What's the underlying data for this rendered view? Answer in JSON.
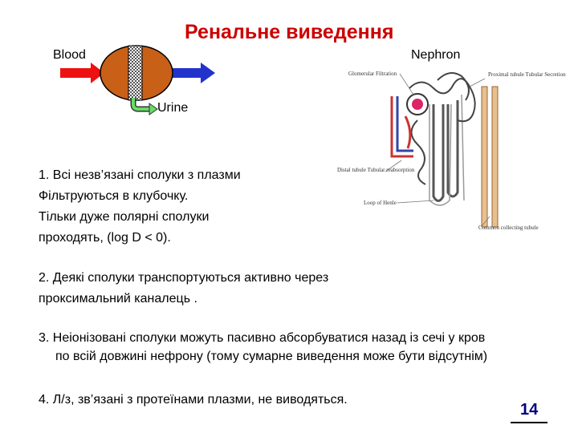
{
  "slide": {
    "title": "Ренальне виведення",
    "page_number": "14"
  },
  "kidney_diagram": {
    "blood_label": "Blood",
    "urine_label": "Urine",
    "colors": {
      "arterial": "#ee1111",
      "venous": "#2233cc",
      "kidney": "#c86018",
      "urine": "#55cc55"
    }
  },
  "nephron_diagram": {
    "title": "Nephron",
    "labels": {
      "glomerular": "Glomerular Filtration",
      "proximal": "Proximal tubule Tubular Secretion",
      "distal": "Distal tubule Tubular reabsorption",
      "loop": "Loop of Henle",
      "collecting": "Common collecting tubule"
    }
  },
  "points": {
    "p1": [
      "1. Всі незв’язані сполуки  з плазми",
      "Фільтруються в клубочку.",
      "Тільки дуже полярні сполуки",
      "проходять, (log D < 0)."
    ],
    "p2": [
      "2. Деякі сполуки транспортуються активно через",
      "проксимальний каналець ."
    ],
    "p3_first": "3. Неіонізовані сполуки можуть пасивно абсорбуватися назад із сечі у кров",
    "p3_rest": "по всій довжині нефрону (тому сумарне виведення може бути відсутнім)",
    "p4": "4. Л/з, зв’язані з протеїнами плазми, не виводяться."
  }
}
